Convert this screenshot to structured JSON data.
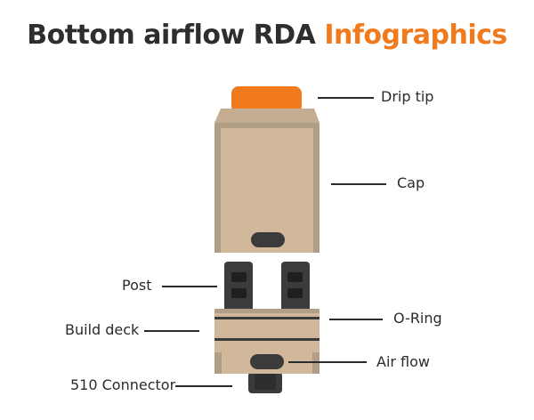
{
  "title": {
    "main": "Bottom airflow RDA",
    "accent": "Infographics"
  },
  "colors": {
    "accent": "#f07a1c",
    "body": "#d1b89a",
    "body_shade": "#b19e87",
    "dark": "#3b3b3b",
    "text": "#2b2b2b"
  },
  "labels": {
    "drip_tip": "Drip tip",
    "cap": "Cap",
    "post": "Post",
    "o_ring": "O-Ring",
    "build_deck": "Build deck",
    "air_flow": "Air flow",
    "connector": "510 Connector"
  }
}
